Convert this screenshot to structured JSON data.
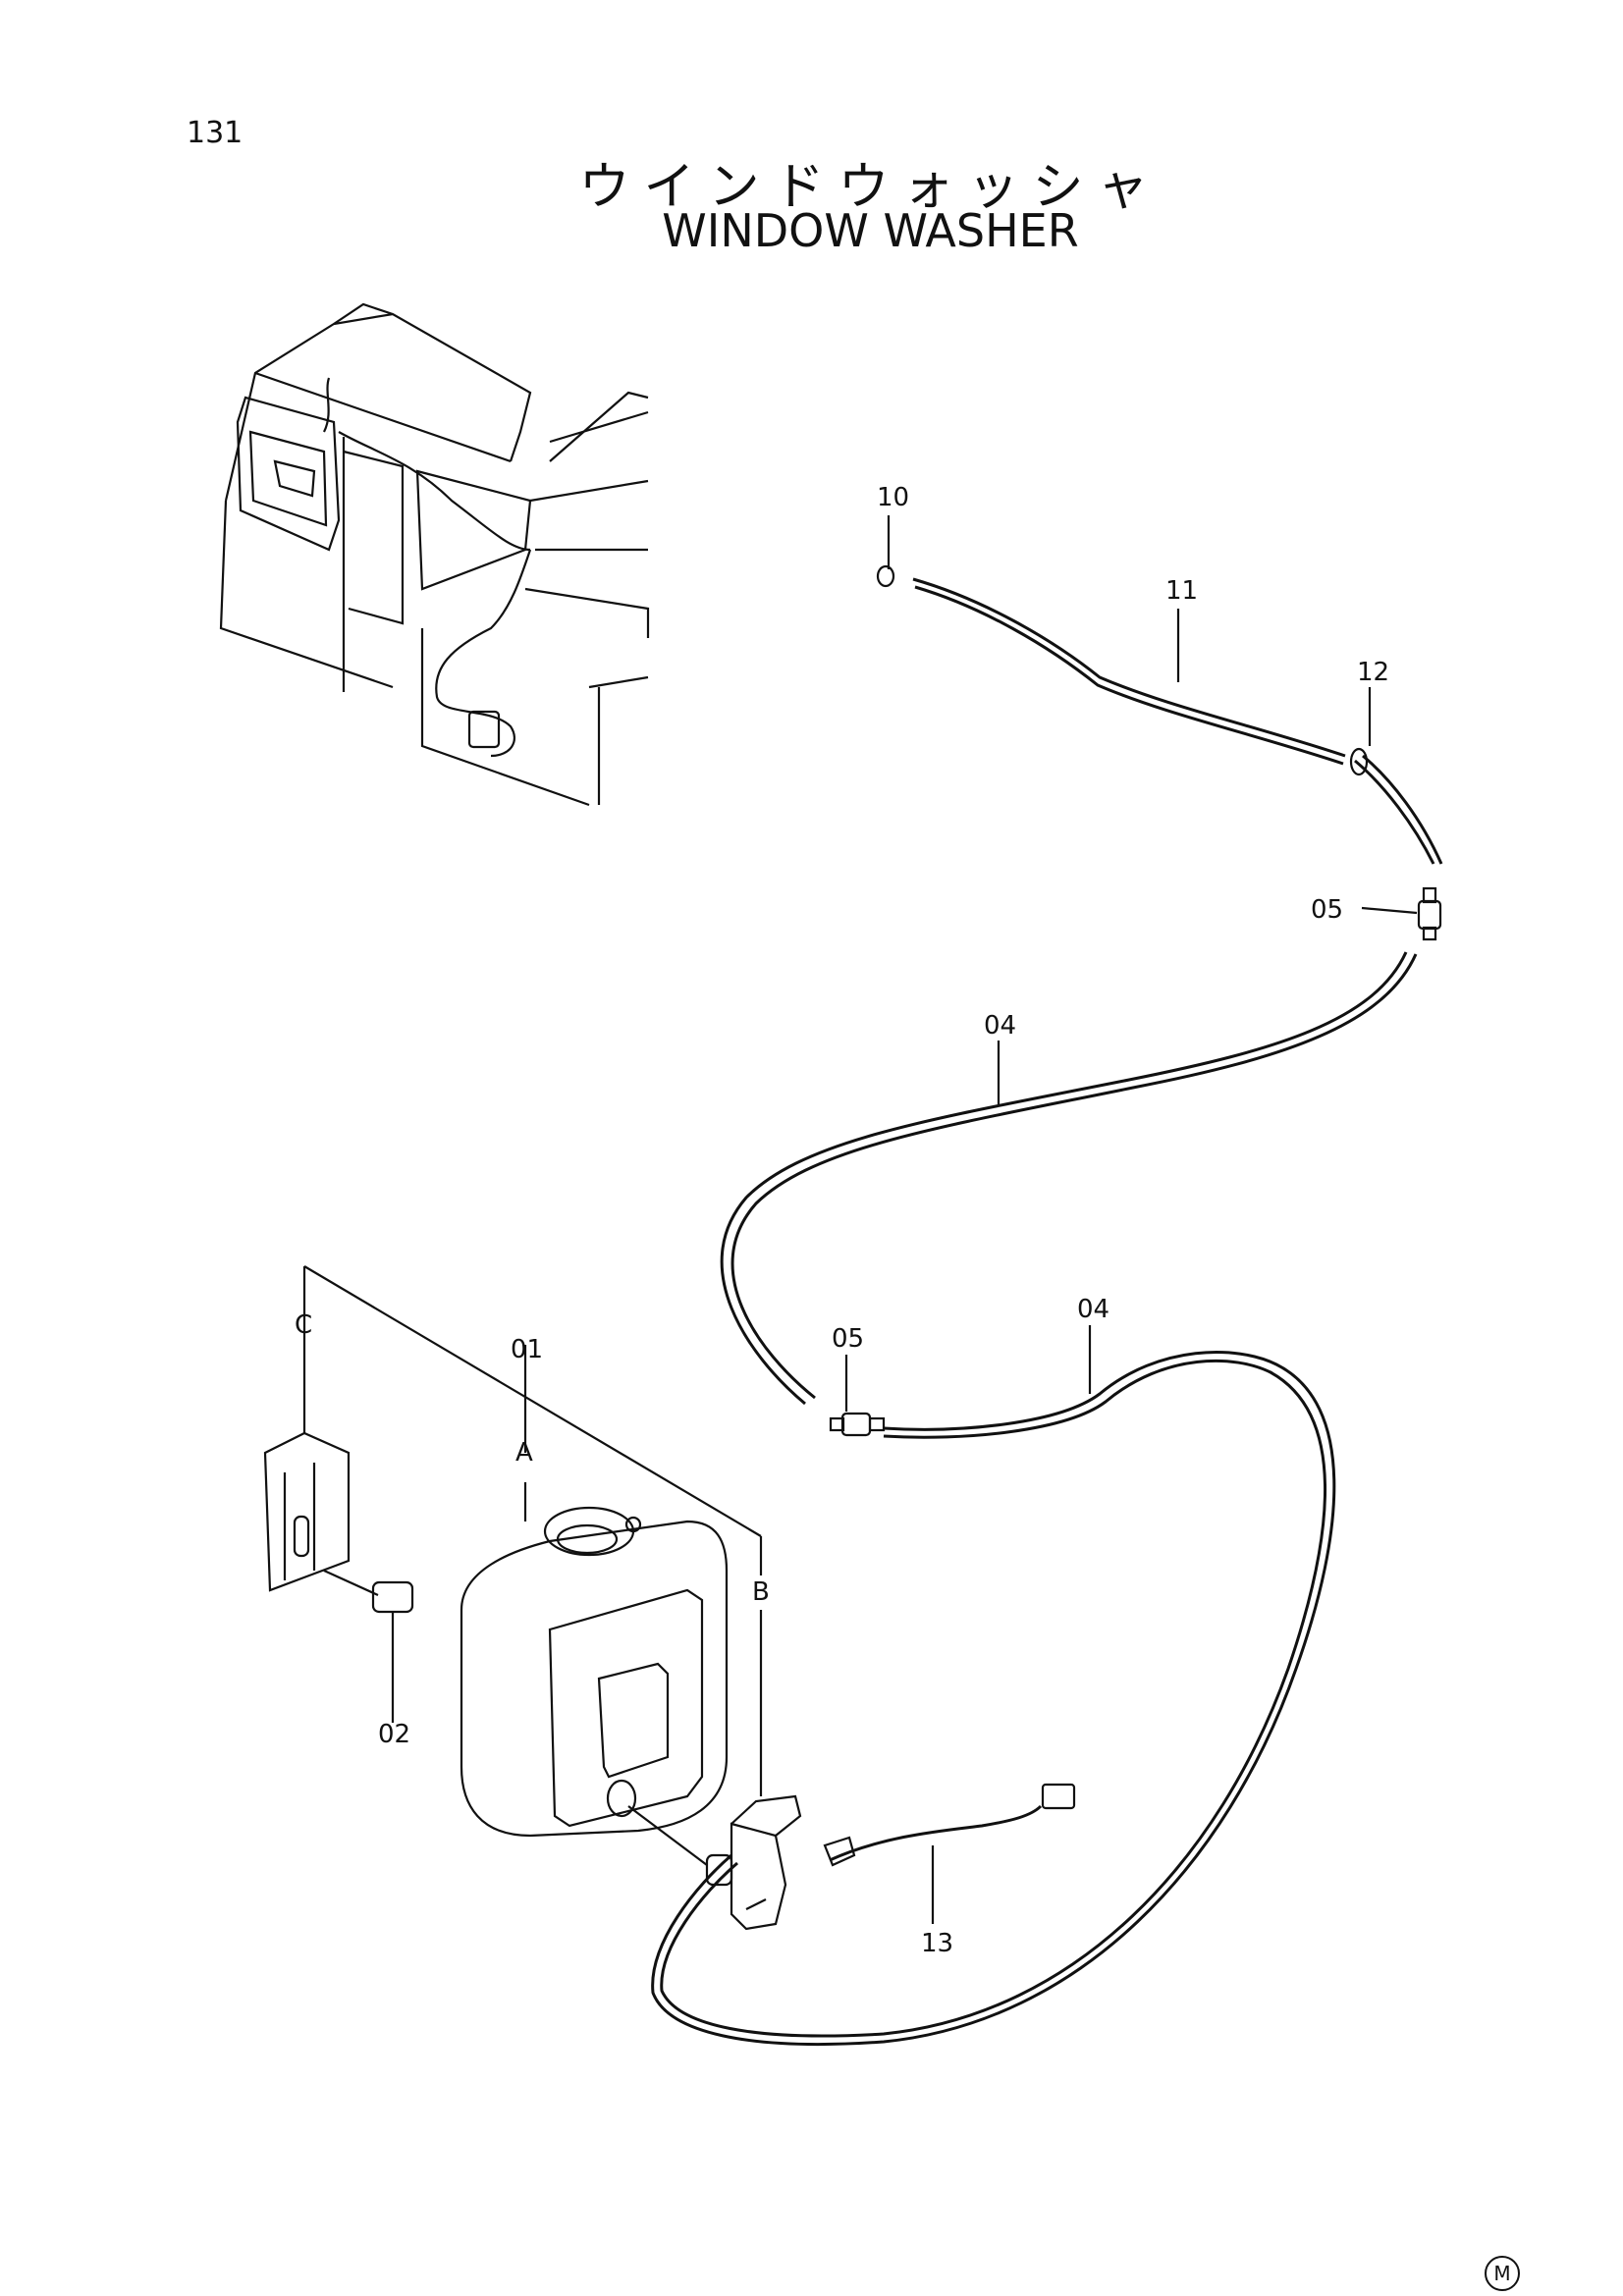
{
  "page_number": "131",
  "title_jp": "ウインドウォッシャ",
  "title_en": "WINDOW WASHER",
  "callouts": {
    "p10": "10",
    "p11": "11",
    "p12": "12",
    "p05a": "05",
    "p04a": "04",
    "p05b": "05",
    "p04b": "04",
    "p01": "01",
    "pA": "A",
    "pB": "B",
    "pC": "C",
    "p02": "02",
    "p13": "13"
  },
  "corner_mark": "M"
}
